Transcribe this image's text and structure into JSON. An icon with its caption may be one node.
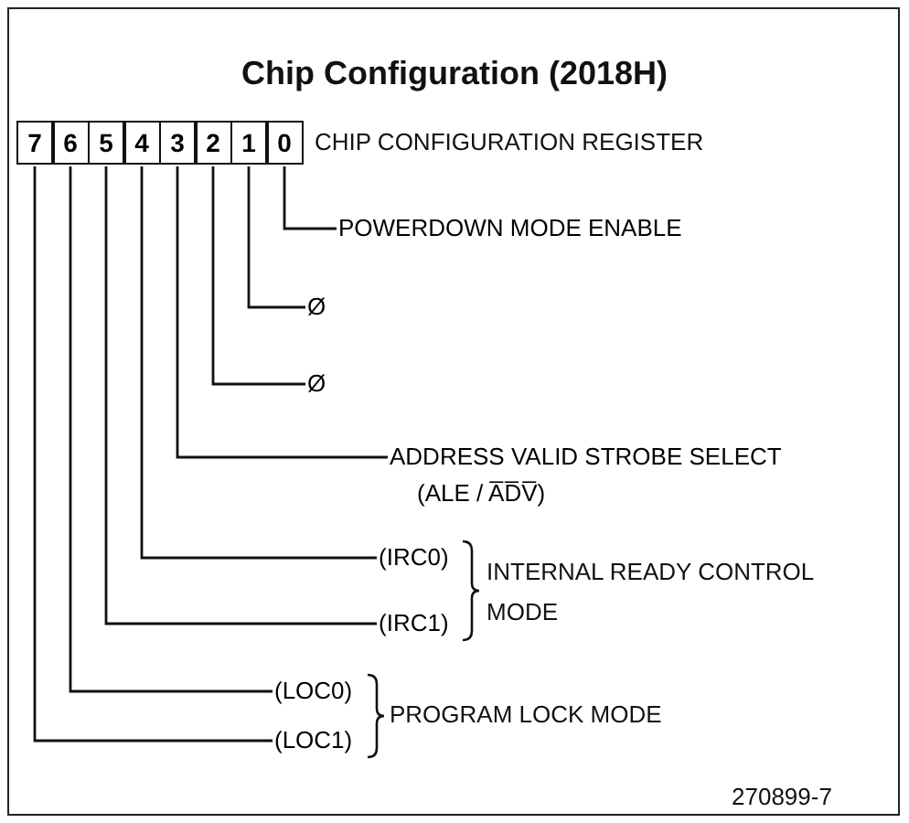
{
  "diagram": {
    "title": "Chip Configuration (2018H)",
    "nodes": [
      {
        "text": [
          "7"
        ]
      },
      {
        "text": [
          "6"
        ]
      },
      {
        "text": [
          "5"
        ]
      },
      {
        "text": [
          "4"
        ]
      },
      {
        "text": [
          "3"
        ]
      },
      {
        "text": [
          "2"
        ]
      },
      {
        "text": [
          "1"
        ]
      },
      {
        "text": [
          "0"
        ]
      },
      {
        "text": [
          "POWERDOWN MODE ENABLE"
        ]
      },
      {
        "text": [
          "Ø"
        ]
      },
      {
        "text": [
          "Ø"
        ]
      },
      {
        "text": [
          "ADDRESS VALID STROBE SELECT",
          "(ALE / A̅D̅V̅)"
        ]
      },
      {
        "text": [
          "(IRC0)"
        ]
      },
      {
        "text": [
          "(IRC1)"
        ]
      },
      {
        "text": [
          "(LOC0)"
        ]
      },
      {
        "text": [
          "(LOC1)"
        ]
      }
    ],
    "edges": [
      {
        "from": 7,
        "to": 8,
        "arrow": "none"
      },
      {
        "from": 6,
        "to": 9,
        "arrow": "none"
      },
      {
        "from": 5,
        "to": 10,
        "arrow": "none"
      },
      {
        "from": 4,
        "to": 11,
        "arrow": "none"
      },
      {
        "from": 3,
        "to": 12,
        "arrow": "none"
      },
      {
        "from": 2,
        "to": 13,
        "arrow": "none"
      },
      {
        "from": 1,
        "to": 14,
        "arrow": "none"
      },
      {
        "from": 0,
        "to": 15,
        "arrow": "none"
      }
    ],
    "labels": [
      "CHIP CONFIGURATION REGISTER",
      "INTERNAL READY CONTROL MODE",
      "PROGRAM LOCK MODE",
      "270899-7"
    ]
  }
}
